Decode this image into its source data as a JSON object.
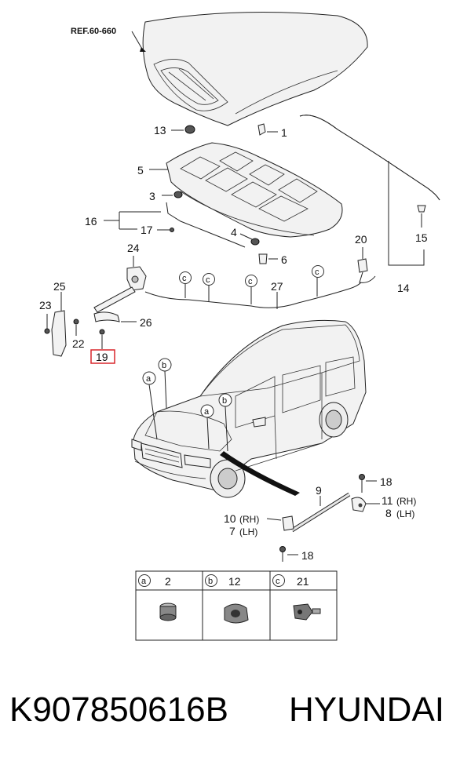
{
  "reference": "REF.60-660",
  "callouts": {
    "c1": "1",
    "c3": "3",
    "c4": "4",
    "c5": "5",
    "c6": "6",
    "c7": "7",
    "c7_side": "(LH)",
    "c8": "8",
    "c8_side": "(LH)",
    "c9": "9",
    "c10": "10",
    "c10_side": "(RH)",
    "c11": "11",
    "c11_side": "(RH)",
    "c13": "13",
    "c14": "14",
    "c15": "15",
    "c16": "16",
    "c17": "17",
    "c18a": "18",
    "c18b": "18",
    "c19": "19",
    "c20": "20",
    "c22": "22",
    "c23": "23",
    "c24": "24",
    "c25": "25",
    "c26": "26",
    "c27": "27"
  },
  "circled_letters": {
    "a1": "a",
    "b1": "b",
    "a2": "a",
    "b2": "b",
    "c1": "c",
    "c2": "c",
    "c3": "c",
    "c4": "c"
  },
  "table": [
    {
      "letter": "a",
      "number": "2"
    },
    {
      "letter": "b",
      "number": "12"
    },
    {
      "letter": "c",
      "number": "21"
    }
  ],
  "highlight_color": "#d9262b",
  "part_number": "K907850616B",
  "brand": "HYUNDAI"
}
